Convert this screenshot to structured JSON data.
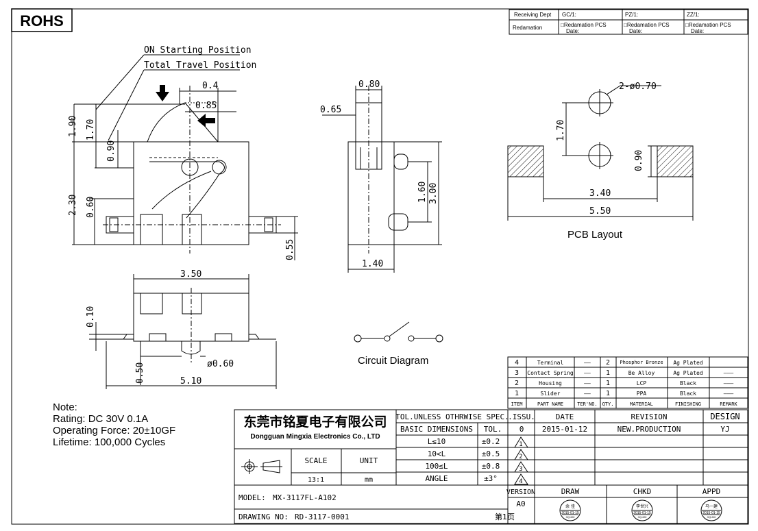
{
  "rohs": "ROHS",
  "receiving": {
    "row1": [
      "Receiving Dept",
      "GC/1:",
      "PZ/1:",
      "ZZ/1:"
    ],
    "row2_label": "Redamation",
    "cell_l1": "□Redamation  PCS",
    "cell_l2": "Date:"
  },
  "annotations": {
    "on_start": "ON Starting Position",
    "total_travel": "Total Travel Position"
  },
  "dims": {
    "d04": "0.4",
    "d085": "0.85",
    "d190": "1.90",
    "d170": "1.70",
    "d090": "0.90",
    "d230": "2.30",
    "d060": "0.60",
    "d055": "0.55",
    "s080": "0.80",
    "s065": "0.65",
    "s160": "1.60",
    "s300": "3.00",
    "s140": "1.40",
    "b350": "3.50",
    "b010": "0.10",
    "b050": "0.50",
    "b510": "5.10",
    "bphi060": "ø0.60",
    "p2phi": "2-ø0.70",
    "p170": "1.70",
    "p090": "0.90",
    "p340": "3.40",
    "p550": "5.50"
  },
  "pcb_label": "PCB  Layout",
  "circuit_label": "Circuit  Diagram",
  "note": {
    "title": "Note:",
    "lines": [
      "Rating: DC 30V    0.1A",
      "Operating Force: 20±10GF",
      "Lifetime:   100,000 Cycles"
    ]
  },
  "bom": {
    "rows": [
      [
        "4",
        "Terminal",
        "——",
        "2",
        "Phosphor Bronze",
        "Ag Plated",
        "——"
      ],
      [
        "3",
        "Contact Spring",
        "——",
        "1",
        "Be Alloy",
        "Ag Plated",
        "———"
      ],
      [
        "2",
        "Housing",
        "——",
        "1",
        "LCP",
        "Black",
        "———"
      ],
      [
        "1",
        "Slider",
        "——",
        "1",
        "PPA",
        "Black",
        "———"
      ]
    ],
    "header": [
      "ITEM",
      "PART NAME",
      "TER'NO.",
      "QTY.",
      "MATERIAL",
      "FINISHING",
      "REMARK"
    ]
  },
  "title_block": {
    "company_cn": "东莞市铭夏电子有限公司",
    "company_en": "Dongguan Mingxia Electronics Co., LTD",
    "tol_header": "TOL.UNLESS OTHRWISE SPEC.",
    "basic_dim": "BASIC DIMENSIONS",
    "tol": "TOL.",
    "tol_rows": [
      [
        "L≤10",
        "±0.2"
      ],
      [
        "10<L",
        "±0.5"
      ],
      [
        "100≤L",
        "±0.8"
      ],
      [
        "ANGLE",
        "±3°"
      ]
    ],
    "scale_label": "SCALE",
    "unit_label": "UNIT",
    "scale": "13:1",
    "unit": "mm",
    "model_label": "MODEL:",
    "model": "MX-3117FL-A102",
    "drawing_label": "DRAWING NO:",
    "drawing": "RD-3117-0001",
    "page": "第1页",
    "issu": ".ISSU.",
    "date": "DATE",
    "revision": "REVISION",
    "design": "DESIGN",
    "rev_row": [
      "0",
      "2015-01-12",
      "NEW.PRODUCTION",
      "YJ"
    ],
    "triangles": [
      "1",
      "2",
      "3",
      "4"
    ],
    "version": "VERSION",
    "version_val": "A0",
    "draw": "DRAW",
    "chkd": "CHKD",
    "appd": "APPD",
    "stamps": [
      [
        "余  佳",
        "2015-01-15",
        "XQ-MX"
      ],
      [
        "李世兴",
        "2015-01-15",
        "XQ-MX"
      ],
      [
        "马一建",
        "2015-01-15",
        "XQ-MX"
      ]
    ]
  }
}
